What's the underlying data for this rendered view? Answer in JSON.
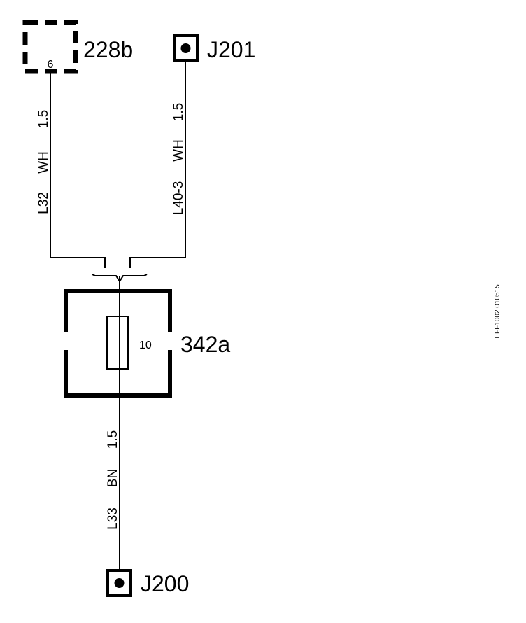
{
  "components": {
    "connector_228b": {
      "label": "228b",
      "pin": "6"
    },
    "junction_j201": {
      "label": "J201"
    },
    "fuse_342a": {
      "label": "342a",
      "rating": "10"
    },
    "junction_j200": {
      "label": "J200"
    }
  },
  "wires": {
    "left": {
      "size": "1.5",
      "color": "WH",
      "id": "L32"
    },
    "right": {
      "size": "1.5",
      "color": "WH",
      "id": "L40-3"
    },
    "bottom": {
      "size": "1.5",
      "color": "BN",
      "id": "L33"
    }
  },
  "figure_code": "EFF1002 010515"
}
